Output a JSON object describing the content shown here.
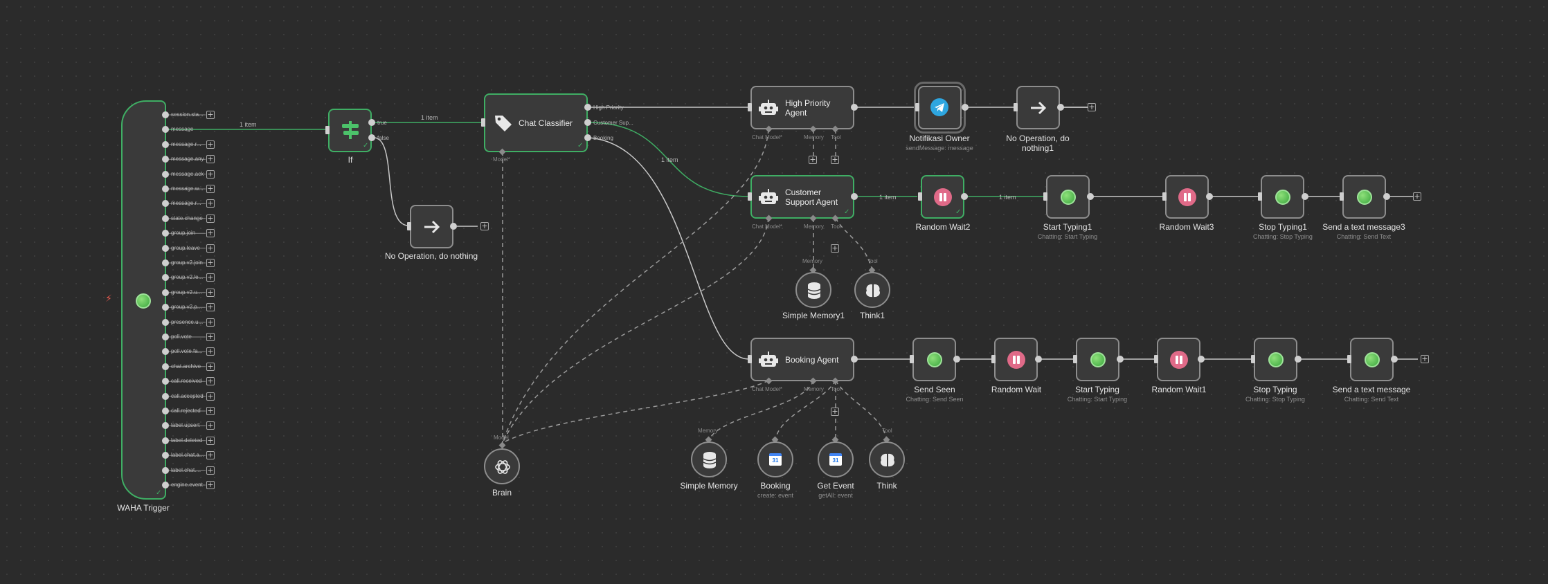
{
  "edges_labels": {
    "e1": "1 item",
    "e2": "1 item",
    "e3": "1 item",
    "e4": "1 item",
    "e5": "1 item"
  },
  "waha": {
    "name": "WAHA Trigger",
    "outputs": [
      "session.sta...",
      "message",
      "message.r...",
      "message.any",
      "message.ack",
      "message.w...",
      "message.r...",
      "state.change",
      "group.join",
      "group.leave",
      "group.v2.join",
      "group.v2.le...",
      "group.v2.u...",
      "group.v2.p...",
      "presence.u...",
      "poll.vote",
      "poll.vote.fa...",
      "chat.archive",
      "call.received",
      "call.accepted",
      "call.rejected",
      "label.upsert",
      "label.deleted",
      "label.chat.a...",
      "label.chat....",
      "engine.event"
    ]
  },
  "if_node": {
    "name": "If",
    "true_label": "true",
    "false_label": "false"
  },
  "noop1": {
    "name": "No Operation, do nothing"
  },
  "classifier": {
    "name": "Chat Classifier",
    "outputs": [
      "High Priority",
      "Customer Sup...",
      "Booking"
    ],
    "model_label": "Model*"
  },
  "brain": {
    "name": "Brain",
    "model_label": "Model"
  },
  "hp_agent": {
    "name": "High Priority Agent",
    "ports": [
      "Chat Model*",
      "Memory",
      "Tool"
    ]
  },
  "cs_agent": {
    "name": "Customer Support Agent",
    "ports": [
      "Chat Model*",
      "Memory",
      "Tool"
    ]
  },
  "bk_agent": {
    "name": "Booking Agent",
    "ports": [
      "Chat Model*",
      "Memory",
      "Tool"
    ]
  },
  "notif": {
    "name": "Notifikasi Owner",
    "sub": "sendMessage: message"
  },
  "noop2": {
    "name": "No Operation, do nothing1"
  },
  "rw2": {
    "name": "Random Wait2"
  },
  "st1": {
    "name": "Start Typing1",
    "sub": "Chatting: Start Typing"
  },
  "rw3": {
    "name": "Random Wait3"
  },
  "stop1": {
    "name": "Stop Typing1",
    "sub": "Chatting: Stop Typing"
  },
  "send3": {
    "name": "Send a text message3",
    "sub": "Chatting: Send Text"
  },
  "mem1": {
    "name": "Simple Memory1",
    "port": "Memory"
  },
  "think1": {
    "name": "Think1",
    "port": "Tool"
  },
  "seen": {
    "name": "Send Seen",
    "sub": "Chatting: Send Seen"
  },
  "rw": {
    "name": "Random Wait"
  },
  "st": {
    "name": "Start Typing",
    "sub": "Chatting: Start Typing"
  },
  "rw1": {
    "name": "Random Wait1"
  },
  "stop": {
    "name": "Stop Typing",
    "sub": "Chatting: Stop Typing"
  },
  "send": {
    "name": "Send a text message",
    "sub": "Chatting: Send Text"
  },
  "mem": {
    "name": "Simple Memory",
    "port": "Memory"
  },
  "booking_tool": {
    "name": "Booking",
    "sub": "create: event",
    "icon_text": "31"
  },
  "get_event": {
    "name": "Get Event",
    "sub": "getAll: event",
    "icon_text": "31"
  },
  "think": {
    "name": "Think",
    "port": "Tool"
  },
  "colors": {
    "success": "#3fae64",
    "canvas": "#2b2b2b",
    "node_border": "#8d8d8d",
    "wait": "#e06a88",
    "telegram": "#2ea6e0"
  }
}
